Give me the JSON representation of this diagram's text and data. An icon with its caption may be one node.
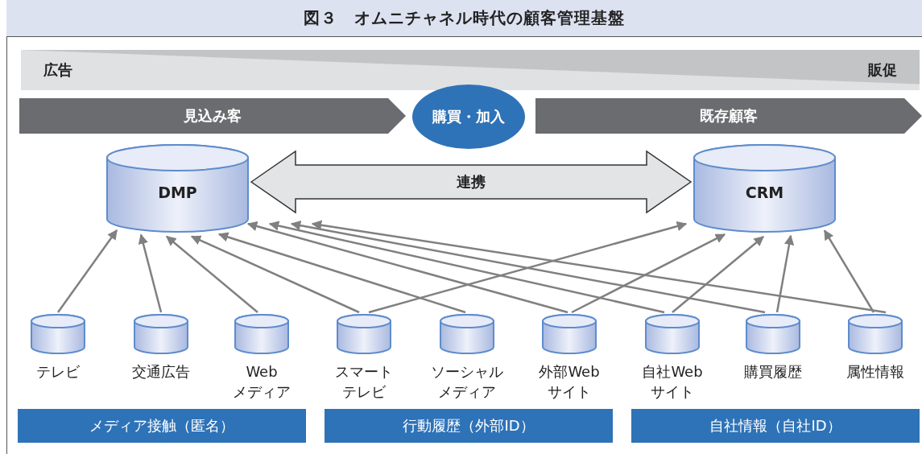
{
  "diagram": {
    "title": "図３　オムニチャネル時代の顧客管理基盤",
    "nodes": [
      {
        "text": [
          "広告",
          "販促"
        ]
      },
      {
        "text": [
          "見込み客"
        ]
      },
      {
        "text": [
          "購買・加入"
        ]
      },
      {
        "text": [
          "既存顧客"
        ]
      },
      {
        "text": [
          "DMP"
        ]
      },
      {
        "text": [
          "CRM"
        ]
      },
      {
        "text": [
          "テレビ"
        ]
      },
      {
        "text": [
          "交通広告"
        ]
      },
      {
        "text": [
          "Web メディア"
        ]
      },
      {
        "text": [
          "スマートテレビ"
        ]
      },
      {
        "text": [
          "ソーシャルメディア"
        ]
      },
      {
        "text": [
          "外部Web サイト"
        ]
      },
      {
        "text": [
          "自社Web サイト"
        ]
      },
      {
        "text": [
          "購買履歴"
        ]
      },
      {
        "text": [
          "属性情報"
        ]
      },
      {
        "text": [
          "メディア接触（匿名）"
        ]
      },
      {
        "text": [
          "行動履歴（外部ID）"
        ]
      },
      {
        "text": [
          "自社情報（自社ID）"
        ]
      }
    ],
    "edges": [
      {
        "from": 4,
        "to": 5,
        "arrow": "both",
        "label": "連携",
        "style": "thick"
      },
      {
        "from": 6,
        "to": 4,
        "arrow": "to"
      },
      {
        "from": 7,
        "to": 4,
        "arrow": "to"
      },
      {
        "from": 8,
        "to": 4,
        "arrow": "to"
      },
      {
        "from": 9,
        "to": 4,
        "arrow": "to"
      },
      {
        "from": 9,
        "to": 5,
        "arrow": "to"
      },
      {
        "from": 10,
        "to": 4,
        "arrow": "to"
      },
      {
        "from": 11,
        "to": 4,
        "arrow": "to"
      },
      {
        "from": 11,
        "to": 5,
        "arrow": "to"
      },
      {
        "from": 12,
        "to": 4,
        "arrow": "to"
      },
      {
        "from": 12,
        "to": 5,
        "arrow": "to"
      },
      {
        "from": 13,
        "to": 4,
        "arrow": "to"
      },
      {
        "from": 13,
        "to": 5,
        "arrow": "to"
      },
      {
        "from": 14,
        "to": 4,
        "arrow": "to"
      },
      {
        "from": 14,
        "to": 5,
        "arrow": "to"
      }
    ]
  }
}
